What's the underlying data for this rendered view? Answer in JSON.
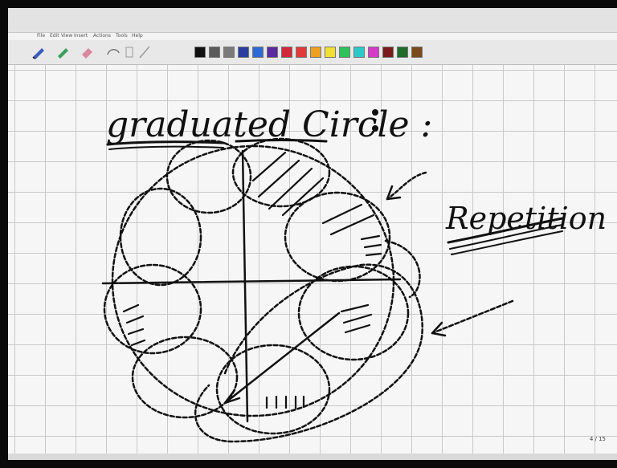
{
  "app": {
    "menu": [
      "File",
      "Edit",
      "View",
      "Insert",
      "Actions",
      "Tools",
      "Help"
    ]
  },
  "toolbar": {
    "tools": [
      "pen-tool-icon",
      "highlighter-tool-icon",
      "eraser-tool-icon",
      "lasso-tool-icon",
      "insert-space-icon",
      "line-tool-icon"
    ],
    "colors": [
      "#111111",
      "#5a5a5a",
      "#7a7a7a",
      "#2b3f9e",
      "#2f6bd6",
      "#5a2aa0",
      "#d1293a",
      "#e23a3a",
      "#f0a020",
      "#f2e030",
      "#2fc25a",
      "#2ec7c7",
      "#d63ac9",
      "#7a1a1a",
      "#1f6b2a",
      "#7a4a1a"
    ],
    "selected_color": "#111111"
  },
  "note": {
    "heading": "graduated Circle :",
    "side_label": "Repetition",
    "page_indicator": "4 / 15"
  }
}
